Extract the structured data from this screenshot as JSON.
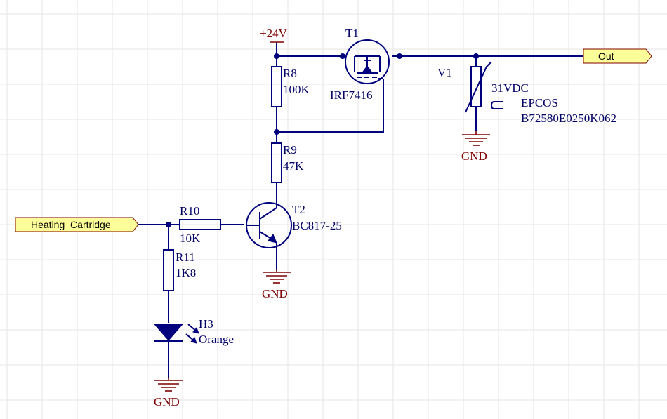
{
  "ports": {
    "heating_cartridge": "Heating_Cartridge",
    "out": "Out"
  },
  "power": {
    "vcc": "+24V"
  },
  "components": {
    "t1": {
      "ref": "T1",
      "value": "IRF7416"
    },
    "r8": {
      "ref": "R8",
      "value": "100K"
    },
    "r9": {
      "ref": "R9",
      "value": "47K"
    },
    "r10": {
      "ref": "R10",
      "value": "10K"
    },
    "r11": {
      "ref": "R11",
      "value": "1K8"
    },
    "t2": {
      "ref": "T2",
      "value": "BC817-25"
    },
    "h3": {
      "ref": "H3",
      "value": "Orange"
    },
    "v1": {
      "ref": "V1",
      "value": "31VDC",
      "maker": "EPCOS",
      "part": "B72580E0250K062"
    }
  },
  "gnd_labels": {
    "gnd_v1": "GND",
    "gnd_t2": "GND",
    "gnd_h3": "GND"
  },
  "colors": {
    "wire": "#00007f",
    "power_symbol": "#7f0000",
    "port_fill": "#ffff99",
    "grid": "#e6e6e6"
  }
}
